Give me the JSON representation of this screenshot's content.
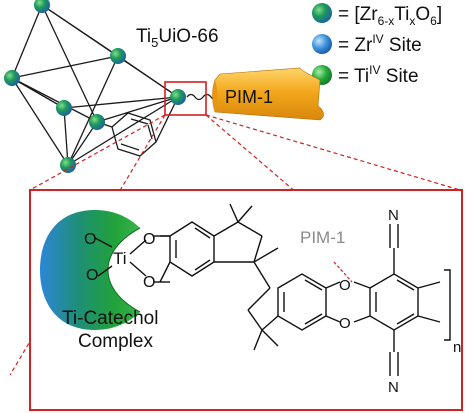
{
  "mof": {
    "title_base": "Ti",
    "title_sub": "5",
    "title_rest": "UiO-66"
  },
  "legend": [
    {
      "swatch": "cluster",
      "prefix": "= [Zr",
      "sub1": "6-x",
      "mid": "Ti",
      "sub2": "x",
      "o": "O",
      "sub3": "6",
      "suffix": "]"
    },
    {
      "swatch": "zr",
      "prefix": "= Zr",
      "sup": "IV",
      "suffix": " Site"
    },
    {
      "swatch": "ti",
      "prefix": "= Ti",
      "sup": "IV",
      "suffix": " Site"
    }
  ],
  "pim_ribbon_label": "PIM-1",
  "detail": {
    "ti_label": "Ti",
    "o_label": "O",
    "pim_label": "PIM-1",
    "complex_line1": "Ti-Catechol",
    "complex_line2": "Complex",
    "n_label": "N",
    "repeat_subscript": "n"
  },
  "colors": {
    "zr_blue": "#2f8fd8",
    "ti_green": "#1fa23a",
    "ribbon_orange": "#f2a81d",
    "callout_red": "#d32020",
    "pim_gray": "#8a8a8a"
  }
}
